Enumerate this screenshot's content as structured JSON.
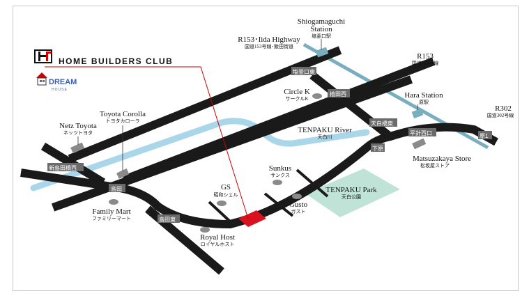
{
  "brand": {
    "name": "HOME BUILDERS CLUB",
    "logo_mark": "HBF",
    "sub_logo_top": "DREAM",
    "sub_logo_bottom": "HOUSE",
    "accent": "#cc0000"
  },
  "colors": {
    "road": "#1a1a1a",
    "road_label_bg": "#6b6b6b",
    "river": "#aad6ea",
    "railway": "#78aebd",
    "park": "#bfe3d6",
    "landmark": "#8a8a8a",
    "destination": "#d9121f"
  },
  "labels": {
    "shiogamaguchi_en": "Shiogamaguchi",
    "shiogamaguchi_en2": "Station",
    "shiogamaguchi_jp": "塩釜口駅",
    "r153_iida_en": "R153･Iida Highway",
    "r153_iida_jp": "国道153号線･飯田街道",
    "r153_en": "R153",
    "r153_jp": "国道153号線",
    "circle_k_en": "Circle K",
    "circle_k_jp": "サークルK",
    "hara_station_en": "Hara Station",
    "hara_station_jp": "原駅",
    "r302_en": "R302",
    "r302_jp": "国道302号線",
    "toyota_corolla_en": "Toyota Corolla",
    "toyota_corolla_jp": "トヨタカローラ",
    "netz_toyota_en": "Netz Toyota",
    "netz_toyota_jp": "ネッツトヨタ",
    "tenpaku_river_en": "TENPAKU River",
    "tenpaku_river_jp": "天白川",
    "matsuzakaya_en": "Matsuzakaya Store",
    "matsuzakaya_jp": "松坂屋ストア",
    "sunkus_en": "Sunkus",
    "sunkus_jp": "サンクス",
    "tenpaku_park_en": "TENPAKU Park",
    "tenpaku_park_jp": "天白公園",
    "gs_en": "GS",
    "gs_jp": "昭和シェル",
    "gusto_en": "Gusto",
    "gusto_jp": "ガスト",
    "family_mart_en": "Family Mart",
    "family_mart_jp": "ファミリーマート",
    "royal_host_en": "Royal Host",
    "royal_host_jp": "ロイヤルホスト"
  },
  "road_signs": {
    "shiogamaguchi": "塩釜口東",
    "uedanishi": "植田西",
    "tenpakubashi": "天白橋東",
    "hariminami": "平針西口",
    "shimohara": "下原",
    "hara1": "原1",
    "shinshimadabashi": "新島田橋西",
    "shimada": "島田",
    "shimadahigashi": "島田東"
  }
}
